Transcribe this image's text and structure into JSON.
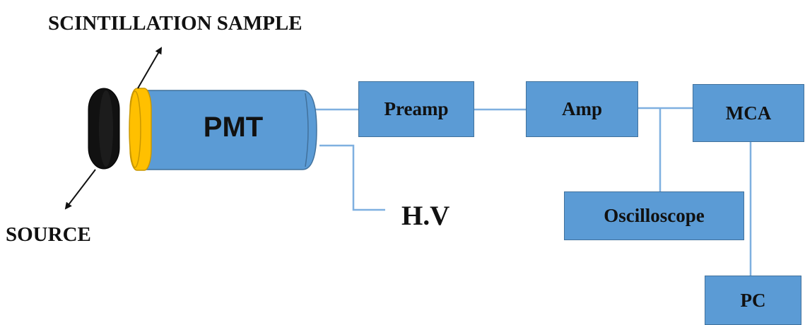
{
  "labels": {
    "scintillation_sample": "SCINTILLATION SAMPLE",
    "source": "SOURCE",
    "pmt": "PMT",
    "hv": "H.V"
  },
  "blocks": {
    "preamp": "Preamp",
    "amp": "Amp",
    "mca": "MCA",
    "oscilloscope": "Oscilloscope",
    "pc": "PC"
  },
  "colors": {
    "block_fill": "#5b9bd5",
    "block_border": "#41719c",
    "connector": "#7fb0e0",
    "scintillator": "#ffc000",
    "source_disk": "#111111",
    "arrow": "#111111"
  }
}
